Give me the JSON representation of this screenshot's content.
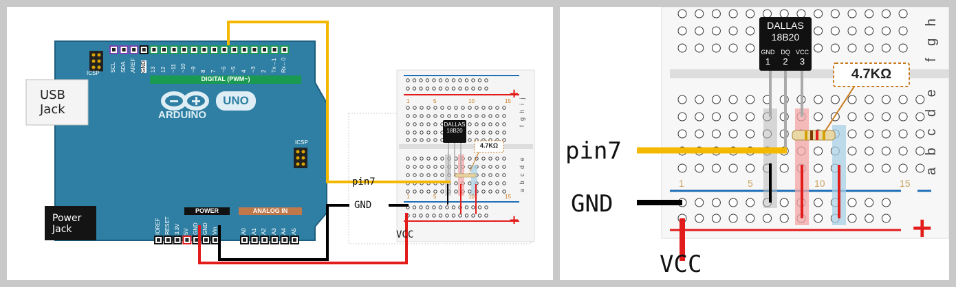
{
  "arduino": {
    "usb_jack": [
      "USB",
      "Jack"
    ],
    "power_jack": [
      "Power",
      "Jack"
    ],
    "icsp_left": "ICSP",
    "icsp_right": "ICSP",
    "digital_header": "DIGITAL (PWM~)",
    "logo_text": "ARDUINO",
    "model": "UNO",
    "power_header": "POWER",
    "analog_header": "ANALOG IN",
    "top_pins": [
      "SCL",
      "SDA",
      "AREF",
      "GND",
      "13",
      "12",
      "~11",
      "~10",
      "~9",
      "8",
      "7",
      "~6",
      "~5",
      "4",
      "~3",
      "2",
      "Tx→1",
      "Rx←0"
    ],
    "power_pins": [
      "IOREF",
      "RESET",
      "3.3V",
      "5V",
      "GND",
      "GND",
      "Vin"
    ],
    "analog_pins": [
      "A0",
      "A1",
      "A2",
      "A3",
      "A4",
      "A5"
    ]
  },
  "breadboard_small": {
    "plus_top": "+",
    "plus_bottom": "+",
    "col_numbers": [
      "1",
      "5",
      "10",
      "15"
    ],
    "row_letters_top": "f g h i j",
    "row_letters_bottom": "a b c d e"
  },
  "sensor": {
    "brand": "DALLAS",
    "model": "18B20",
    "pin_names": [
      "GND",
      "DQ",
      "VCC"
    ],
    "pin_numbers": [
      "1",
      "2",
      "3"
    ]
  },
  "resistor": {
    "value": "4.7KΩ"
  },
  "wires": {
    "pin7": "pin7",
    "gnd": "GND",
    "vcc": "VCC"
  },
  "zoomed": {
    "col_numbers": [
      "1",
      "5",
      "10",
      "15"
    ],
    "row_letters_top": "f g h",
    "row_letters_bottom": "a b c d e",
    "plus": "+"
  },
  "colors": {
    "board": "#2e7fa3",
    "wire_data": "#f5b800",
    "wire_gnd": "#000000",
    "wire_vcc": "#e21b1b",
    "header_green": "#1a9a50",
    "rail_blue": "#1f6fb5",
    "rail_red": "#e21b1b",
    "resistor_label_border": "#c87a1e"
  }
}
